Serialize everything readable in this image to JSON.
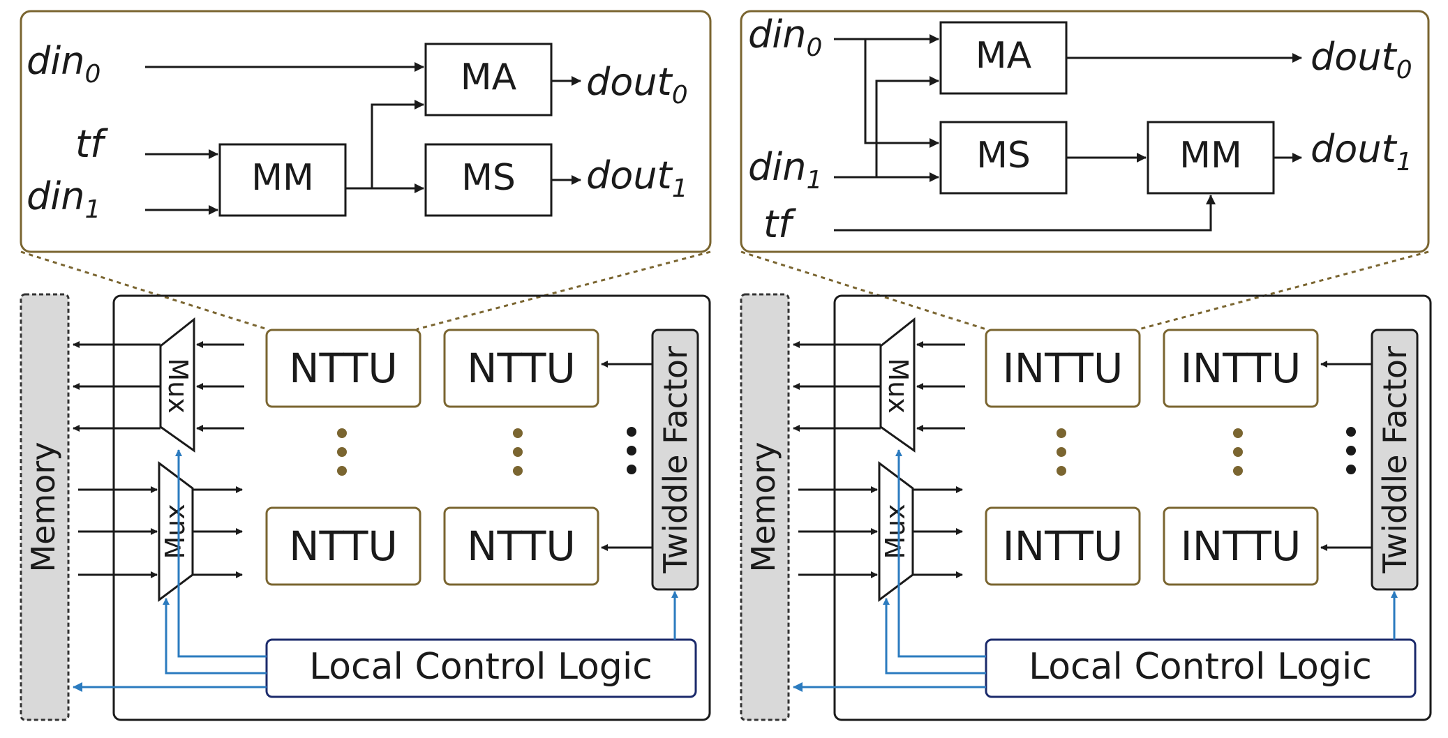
{
  "colors": {
    "wire": "#1a1a1a",
    "control": "#2b7bbf",
    "unit_border": "#7a6530",
    "control_box_border": "#1b2a6b",
    "gray_fill": "#d9d9d9",
    "dots_brown": "#7a6530"
  },
  "left_panel": {
    "detail": {
      "in0": "din",
      "in0_sub": "0",
      "tf": "tf",
      "in1": "din",
      "in1_sub": "1",
      "mm": "MM",
      "ma": "MA",
      "ms": "MS",
      "out0": "dout",
      "out0_sub": "0",
      "out1": "dout",
      "out1_sub": "1"
    },
    "memory": "Memory",
    "mux_top": "Mux",
    "mux_bottom": "Mux",
    "unit": "NTTU",
    "twiddle": "Twiddle Factor",
    "control": "Local Control Logic"
  },
  "right_panel": {
    "detail": {
      "in0": "din",
      "in0_sub": "0",
      "in1": "din",
      "in1_sub": "1",
      "tf": "tf",
      "ma": "MA",
      "ms": "MS",
      "mm": "MM",
      "out0": "dout",
      "out0_sub": "0",
      "out1": "dout",
      "out1_sub": "1"
    },
    "memory": "Memory",
    "mux_top": "Mux",
    "mux_bottom": "Mux",
    "unit": "INTTU",
    "twiddle": "Twiddle Factor",
    "control": "Local Control Logic"
  }
}
